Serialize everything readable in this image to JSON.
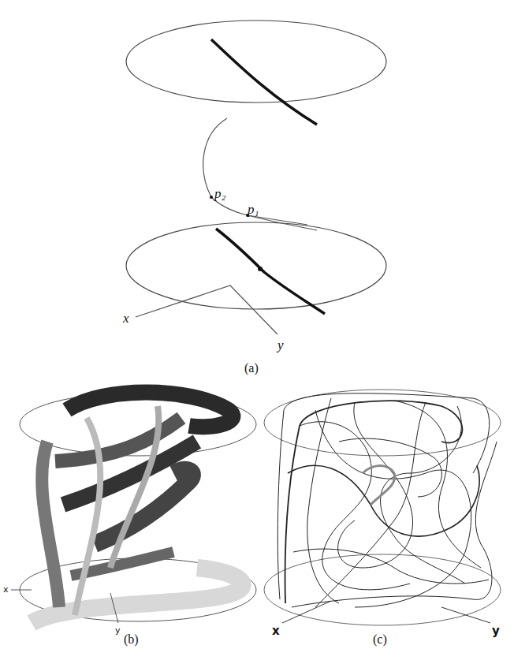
{
  "diagram": {
    "labels": [
      "p₂",
      "p₁",
      "x",
      "y",
      "(a)",
      "x",
      "y",
      "(b)",
      "x",
      "y",
      "(c)"
    ]
  }
}
